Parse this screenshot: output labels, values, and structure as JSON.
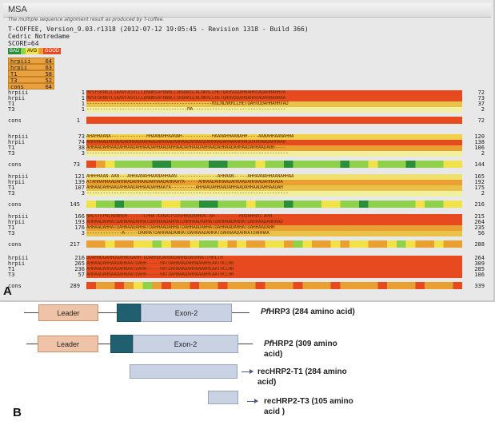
{
  "msa": {
    "title": "MSA",
    "subtitle": "The multiple sequence alignment result as produced by T-coffee.",
    "header_lines": [
      "T-COFFEE, Version_9.03.r1318 (2012-07-12 19:05:45 - Revision 1318 - Build 366)",
      "Cedric Notredame",
      "SCORE=64"
    ],
    "legend": [
      "BAD",
      "AVG",
      "GOOD"
    ],
    "scores": [
      {
        "name": "hrpiii",
        "score": "64"
      },
      {
        "name": "hrpii",
        "score": "63"
      },
      {
        "name": "T1",
        "score": "58"
      },
      {
        "name": "T3",
        "score": "52"
      },
      {
        "name": "cons",
        "score": "64"
      }
    ],
    "blocks": [
      {
        "rows": [
          {
            "name": "hrpiii",
            "start": "1",
            "end": "72",
            "seq": "MVSFSKNKILSAAVFASVLLLDNNNSAFNNNLCSKNAKGLNLNKRLLHETQAHVDDAHHAHHVADAHHAHHVA",
            "color": "#e64a1e"
          },
          {
            "name": "hrpii",
            "start": "1",
            "end": "73",
            "seq": "MVSFSKNKVLSAAVFASVLLLDNNNSAFNNNLCSKNAKGLNLNKRLLHETQAHVDDAHHAHHVADAHHAHHAA",
            "color": "#e64a1e"
          },
          {
            "name": "T1",
            "start": "1",
            "end": "37",
            "seq": "----------------------------------------------KGLNLNKRLLHETQAHVDDAHHAHHVAD",
            "color": "#e9c24a"
          },
          {
            "name": "T3",
            "start": "1",
            "end": "2",
            "seq": "-------------------------------------MA----------------------------------",
            "color": "#f0f0a0"
          }
        ],
        "cons_start": "1",
        "cons_end": "72"
      },
      {
        "rows": [
          {
            "name": "hrpiii",
            "start": "73",
            "end": "120",
            "seq": "AHAHHAANA-------------HHAANAHHAANAH-----------HAANAHHAANAHH----AANAHHAANAHHA",
            "color": "#f0d24a"
          },
          {
            "name": "hrpii",
            "start": "74",
            "end": "138",
            "seq": "AHHHHAADAHHAADAHHAADAHHAADAHHAADAHHAADAHHAADAHHAADAHHAAHHHASDAHHAADAHHAAD",
            "color": "#e64a1e"
          },
          {
            "name": "T1",
            "start": "38",
            "end": "106",
            "seq": "AHHAADAHHAADAHHAADAHHAADAHHAADAHHAADAHHAADAHHAADAHHAADAHHAADAHHAADAHH----",
            "color": "#e9a030"
          },
          {
            "name": "T3",
            "start": "3",
            "end": "2",
            "seq": "--------------------------------------------------------------------------",
            "color": "#f0f0a0"
          }
        ],
        "cons_start": "73",
        "cons_end": "144"
      },
      {
        "rows": [
          {
            "name": "hrpiii",
            "start": "121",
            "end": "165",
            "seq": "AHHHHAAN-AAN---AHHAANAHHAANAHHAAN---------------AHHAAN-----AHHAANAHHAANAHHAA",
            "color": "#f0e070"
          },
          {
            "name": "hrpii",
            "start": "139",
            "end": "192",
            "seq": "AYAHHAHHAADAHHAADAHHAADAHHAADAHHAAYA-----AHHAADAHHAADAHHAADAHHAADAHHAADA",
            "color": "#e9a030"
          },
          {
            "name": "T1",
            "start": "107",
            "end": "175",
            "seq": "AHHAADAHHAADAHHAADAHHAADAHHAAYA---------AHHAADAHHAADAHHAADAHHAADAHHAADAH",
            "color": "#e9c24a"
          },
          {
            "name": "T3",
            "start": "3",
            "end": "2",
            "seq": "--------------------------------------------------------------------------",
            "color": "#f0f0a0"
          }
        ],
        "cons_start": "145",
        "cons_end": "216"
      },
      {
        "rows": [
          {
            "name": "hrpiii",
            "start": "166",
            "end": "215",
            "seq": "NHLSTEPNLHDNNSH-----TLHHA-KANACFDDSHHDDAHHDG-AH---------HDDAHHDG-AHH-",
            "color": "#e64a1e"
          },
          {
            "name": "hrpii",
            "start": "193",
            "end": "264",
            "seq": "AHHAADAHHATDAHHAADAHHATDAHHAADAHHATDAHHAADAHHATDAHHAADAHHATDAHHAADAHHAAD",
            "color": "#e64a1e"
          },
          {
            "name": "T1",
            "start": "176",
            "end": "235",
            "seq": "AHHAADAHHATDAHHAADAHHATDAHHAADAHHATDAHHAADAHHATDAHHAADAHHATDAHHAADAHH",
            "color": "#e9a030"
          },
          {
            "name": "T3",
            "start": "3",
            "end": "56",
            "seq": "-------------A-----DAHHATDAHHAADAHHATDAHHAADAHHATDAHHAADAHHATDAHHAA",
            "color": "#e9c24a"
          }
        ],
        "cons_start": "217",
        "cons_end": "288"
      },
      {
        "rows": [
          {
            "name": "hrpiii",
            "start": "216",
            "end": "264",
            "seq": "DDAHHDGAHHDDAHHDGAHH-DDAHHDGAHHDDAHHDGAHHNATTHHLTH",
            "color": "#e64a1e"
          },
          {
            "name": "hrpii",
            "start": "265",
            "end": "309",
            "seq": "AHHAADAHHAADAHHAATDAHH-----HATDAHHAADAHHAAAHHEAATHCLHH",
            "color": "#e64a1e"
          },
          {
            "name": "T1",
            "start": "236",
            "end": "285",
            "seq": "AHHAADAHHAADAHHAATDAHH-----HATDAHHAADAHHAAAHHEAATHCLHH",
            "color": "#e64a1e"
          },
          {
            "name": "T3",
            "start": "57",
            "end": "106",
            "seq": "AHHAADAHHAADAHHAATDAHH-----HATDAHHAADAHHAAAHHEAATHCLHH",
            "color": "#e64a1e"
          }
        ],
        "cons_start": "289",
        "cons_end": "339"
      }
    ],
    "cons_label": "cons",
    "colors": {
      "bad": "#2a8f3a",
      "avg": "#f2e24a",
      "good": "#e64a1e",
      "mid": "#e9a030"
    }
  },
  "panel_labels": {
    "a": "A",
    "b": "B"
  },
  "diagram": {
    "leader_label": "Leader",
    "exon_label": "Exon-2",
    "genes": [
      {
        "italic": "Pf",
        "rest": "HRP3 (284 amino acid)"
      },
      {
        "italic": "Pf",
        "rest": "HRP2 (309 amino",
        "line2": "acid)"
      }
    ],
    "constructs": [
      {
        "text": "recHRP2-T1 (284 amino",
        "line2": "acid)"
      },
      {
        "text": "recHRP2-T3 (105 amino",
        "line2": "acid )"
      }
    ]
  }
}
